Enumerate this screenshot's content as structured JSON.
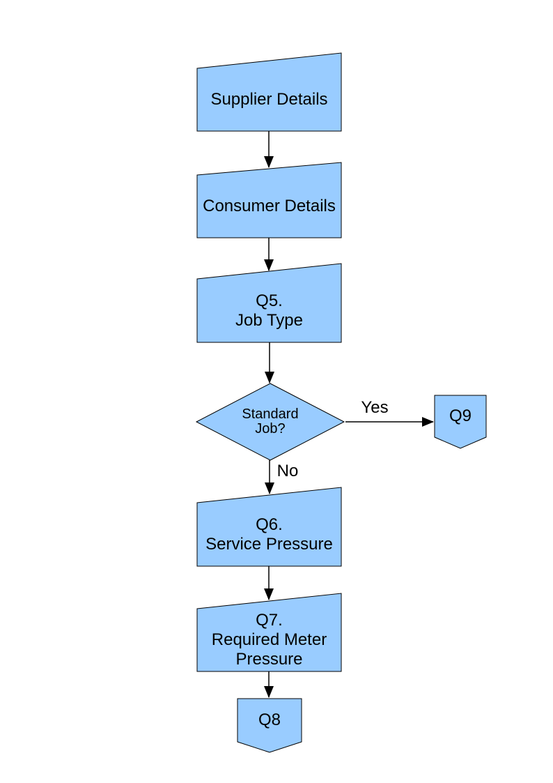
{
  "diagram": {
    "colors": {
      "node_fill": "#99CCFF",
      "node_border": "#000000",
      "text": "#000000",
      "background": "#FFFFFF"
    },
    "nodes": [
      {
        "id": "supplier-details",
        "type": "manual-input",
        "label": "Supplier Details"
      },
      {
        "id": "consumer-details",
        "type": "manual-input",
        "label": "Consumer Details"
      },
      {
        "id": "q5-job-type",
        "type": "manual-input",
        "label": "Q5.\nJob Type"
      },
      {
        "id": "standard-job-decision",
        "type": "decision",
        "label": "Standard\nJob?"
      },
      {
        "id": "q9-connector",
        "type": "off-page-connector",
        "label": "Q9"
      },
      {
        "id": "q6-service-pressure",
        "type": "manual-input",
        "label": "Q6.\nService Pressure"
      },
      {
        "id": "q7-required-meter-pressure",
        "type": "manual-input",
        "label": "Q7.\nRequired Meter\nPressure"
      },
      {
        "id": "q8-connector",
        "type": "off-page-connector",
        "label": "Q8"
      }
    ],
    "edges": [
      {
        "from": "supplier-details",
        "to": "consumer-details",
        "label": ""
      },
      {
        "from": "consumer-details",
        "to": "q5-job-type",
        "label": ""
      },
      {
        "from": "q5-job-type",
        "to": "standard-job-decision",
        "label": ""
      },
      {
        "from": "standard-job-decision",
        "to": "q9-connector",
        "label": "Yes"
      },
      {
        "from": "standard-job-decision",
        "to": "q6-service-pressure",
        "label": "No"
      },
      {
        "from": "q6-service-pressure",
        "to": "q7-required-meter-pressure",
        "label": ""
      },
      {
        "from": "q7-required-meter-pressure",
        "to": "q8-connector",
        "label": ""
      }
    ]
  }
}
